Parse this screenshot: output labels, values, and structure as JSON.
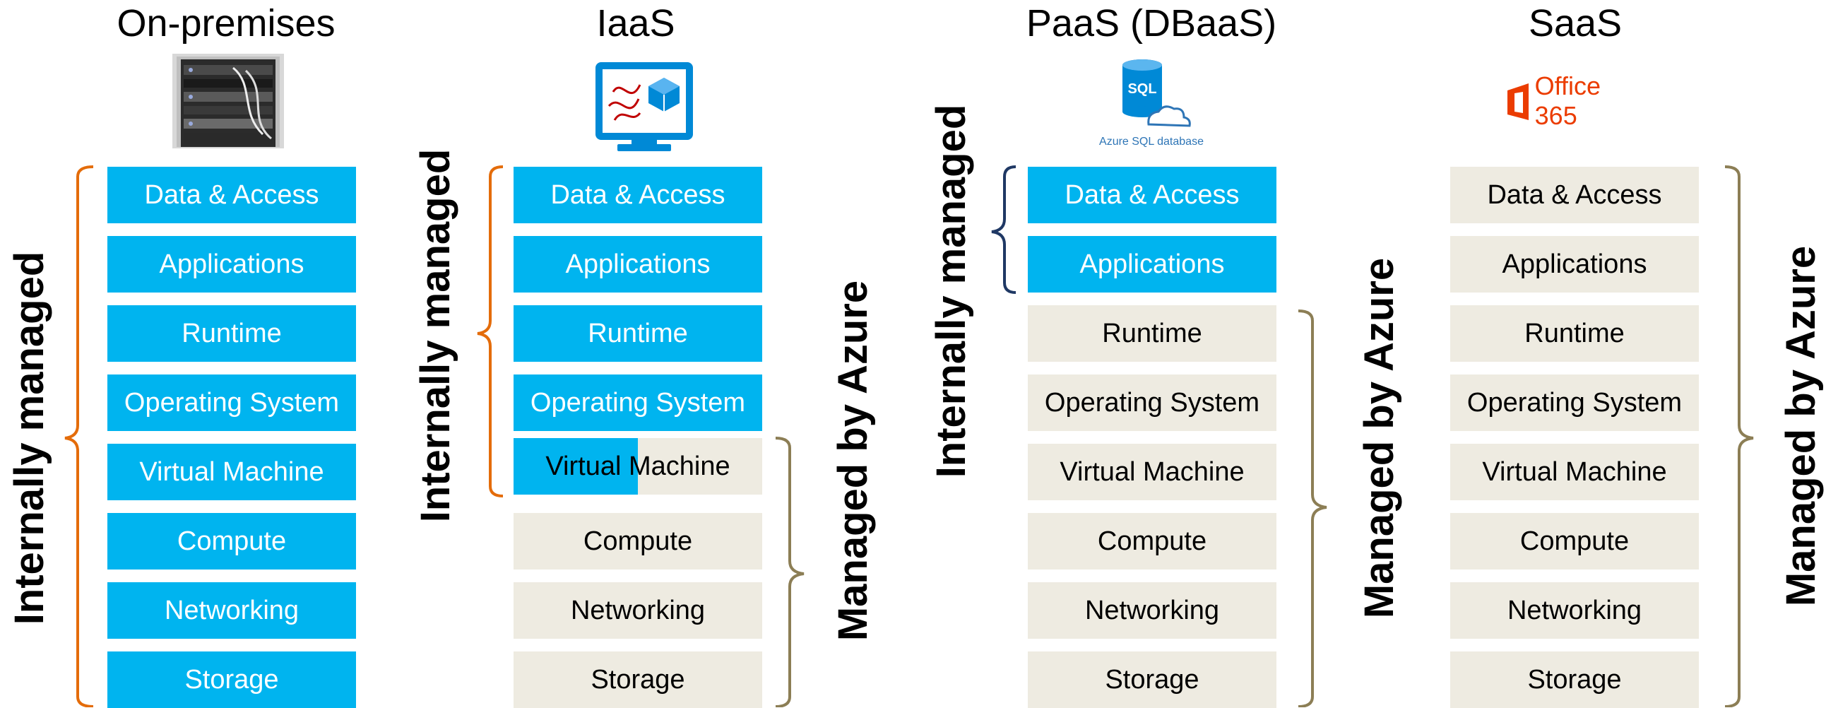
{
  "columns": [
    {
      "title": "On-premises",
      "layers": [
        "Data & Access",
        "Applications",
        "Runtime",
        "Operating System",
        "Virtual Machine",
        "Compute",
        "Networking",
        "Storage"
      ]
    },
    {
      "title": "IaaS",
      "layers": [
        "Data & Access",
        "Applications",
        "Runtime",
        "Operating System",
        "Virtual Machine",
        "Compute",
        "Networking",
        "Storage"
      ]
    },
    {
      "title": "PaaS (DBaaS)",
      "layers": [
        "Data & Access",
        "Applications",
        "Runtime",
        "Operating System",
        "Virtual Machine",
        "Compute",
        "Networking",
        "Storage"
      ]
    },
    {
      "title": "SaaS",
      "layers": [
        "Data & Access",
        "Applications",
        "Runtime",
        "Operating System",
        "Virtual Machine",
        "Compute",
        "Networking",
        "Storage"
      ]
    }
  ],
  "labels": {
    "internal_onprem": "Internally managed",
    "internal_iaas": "Internally managed",
    "azure_iaas": "Managed by Azure",
    "internal_paas": "Internally managed",
    "azure_paas": "Managed by Azure",
    "azure_saas": "Managed by Azure"
  },
  "logos": {
    "sql_caption": "Azure SQL database",
    "office_text": "Office 365"
  },
  "colors": {
    "internal": "#00b4ef",
    "azure": "#eeebe1",
    "bracket_orange": "#e46c0a",
    "bracket_navy": "#1f3864",
    "bracket_olive": "#8c7e55",
    "office_red": "#eb3c00",
    "azure_blue": "#0089d6"
  }
}
